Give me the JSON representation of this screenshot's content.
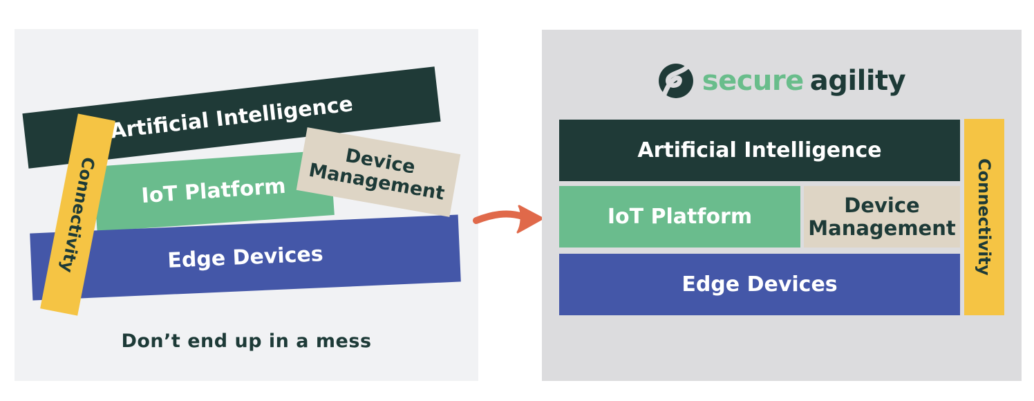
{
  "left_panel": {
    "caption": "Don’t end up in a mess",
    "bars": {
      "artificial_intelligence": "Artificial Intelligence",
      "iot_platform": "IoT Platform",
      "device_management": "Device Management",
      "edge_devices": "Edge Devices",
      "connectivity": "Connectivity"
    }
  },
  "right_panel": {
    "logo": {
      "secure": "secure",
      "agility": "agility"
    },
    "bars": {
      "artificial_intelligence": "Artificial Intelligence",
      "iot_platform": "IoT Platform",
      "device_management": "Device Management",
      "edge_devices": "Edge Devices",
      "connectivity": "Connectivity"
    }
  },
  "icons": {
    "logo": "secure-agility-s-icon",
    "arrow": "curved-right-arrow-icon"
  },
  "colors": {
    "dark_teal": "#1f3a37",
    "green": "#6abc8d",
    "blue": "#4457a8",
    "beige": "#ded5c5",
    "yellow": "#f5c444",
    "orange_arrow": "#e0694a",
    "logo_green": "#69bd8b",
    "left_panel_bg": "#f1f2f4",
    "right_panel_bg": "#dcdcde",
    "text_on_color": "#ffffff",
    "dark_text": "#1d3a37"
  }
}
